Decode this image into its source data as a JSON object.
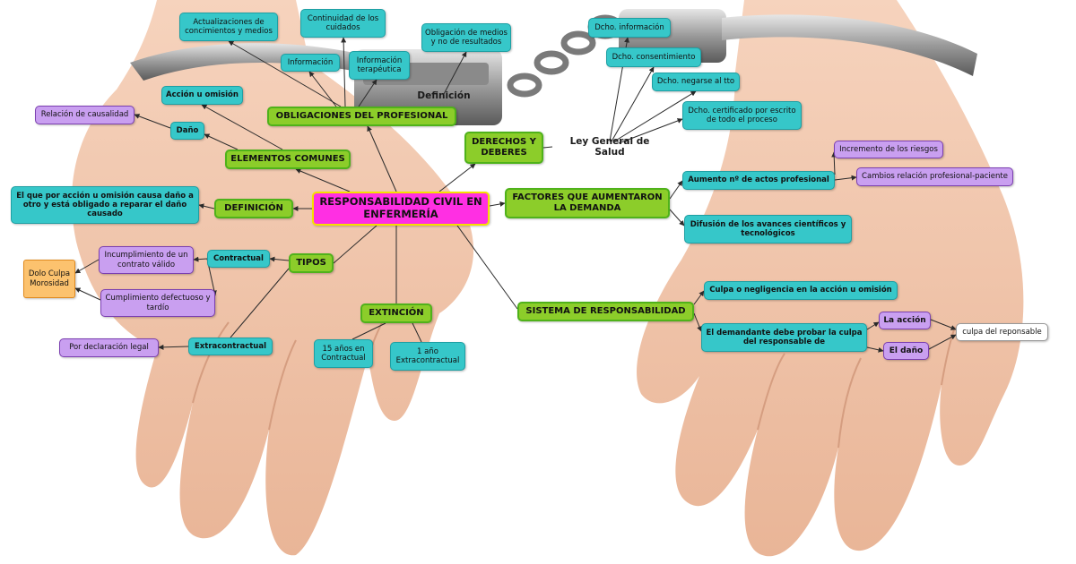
{
  "colors": {
    "central_fill": "#ff2fe3",
    "central_border": "#f5e000",
    "green_fill": "#8ccd2a",
    "green_border": "#4fb21a",
    "cyan_fill": "#36c7c9",
    "cyan_border": "#1e9fa3",
    "purple_fill": "#c99ff0",
    "purple_border": "#7b3fb0",
    "orange_fill": "#fcc26e",
    "orange_border": "#e08a1e",
    "connector": "#2b2b2b"
  },
  "nodes": {
    "central": "RESPONSABILIDAD CIVIL EN ENFERMERÍA",
    "obligaciones": "OBLIGACIONES DEL PROFESIONAL",
    "actualizaciones": "Actualizaciones de concimientos y medios",
    "continuidad": "Continuidad de los cuidados",
    "informacion": "Información",
    "info_terapeutica": "Información terapéutica",
    "obligacion_medios": "Obligación de medios y no de resultados",
    "definicion_label": "Definición",
    "derechos": "DERECHOS Y DEBERES",
    "ley_general": "Ley General de Salud",
    "dcho_informacion": "Dcho. información",
    "dcho_consentimiento": "Dcho. consentimiento",
    "dcho_negarse": "Dcho. negarse al tto",
    "dcho_certificado": "Dcho. certificado por escrito de todo el proceso",
    "elementos": "ELEMENTOS COMUNES",
    "accion_omision": "Acción u omisión",
    "dano": "Daño",
    "relacion_causalidad": "Relación de causalidad",
    "definicion": "DEFINICIÓN",
    "definicion_texto": "El que por acción u omisión causa daño a otro y está obligado a reparar el daño causado",
    "factores": "FACTORES QUE AUMENTARON LA DEMANDA",
    "aumento_actos": "Aumento nº de actos profesional",
    "incremento_riesgos": "Incremento de los riesgos",
    "cambios_relacion": "Cambios relación profesional-paciente",
    "difusion": "Difusión de los avances científicos y tecnológicos",
    "tipos": "TIPOS",
    "contractual": "Contractual",
    "incumplimiento": "Incumplimiento de un contrato válido",
    "cumplimiento": "Cumplimiento defectuoso y tardío",
    "dolo_culpa": "Dolo Culpa Morosidad",
    "extracontractual": "Extracontractual",
    "declaracion_legal": "Por declaración legal",
    "extincion": "EXTINCIÓN",
    "quince_anos": "15 años en Contractual",
    "un_ano": "1 año Extracontractual",
    "sistema": "SISTEMA DE RESPONSABILIDAD",
    "culpa_negligencia": "Culpa o negligencia en la acción u omisión",
    "demandante": "El demandante debe probar la culpa del responsable de",
    "la_accion": "La acción",
    "el_dano": "El daño",
    "culpa_responsable": "culpa del reponsable"
  }
}
